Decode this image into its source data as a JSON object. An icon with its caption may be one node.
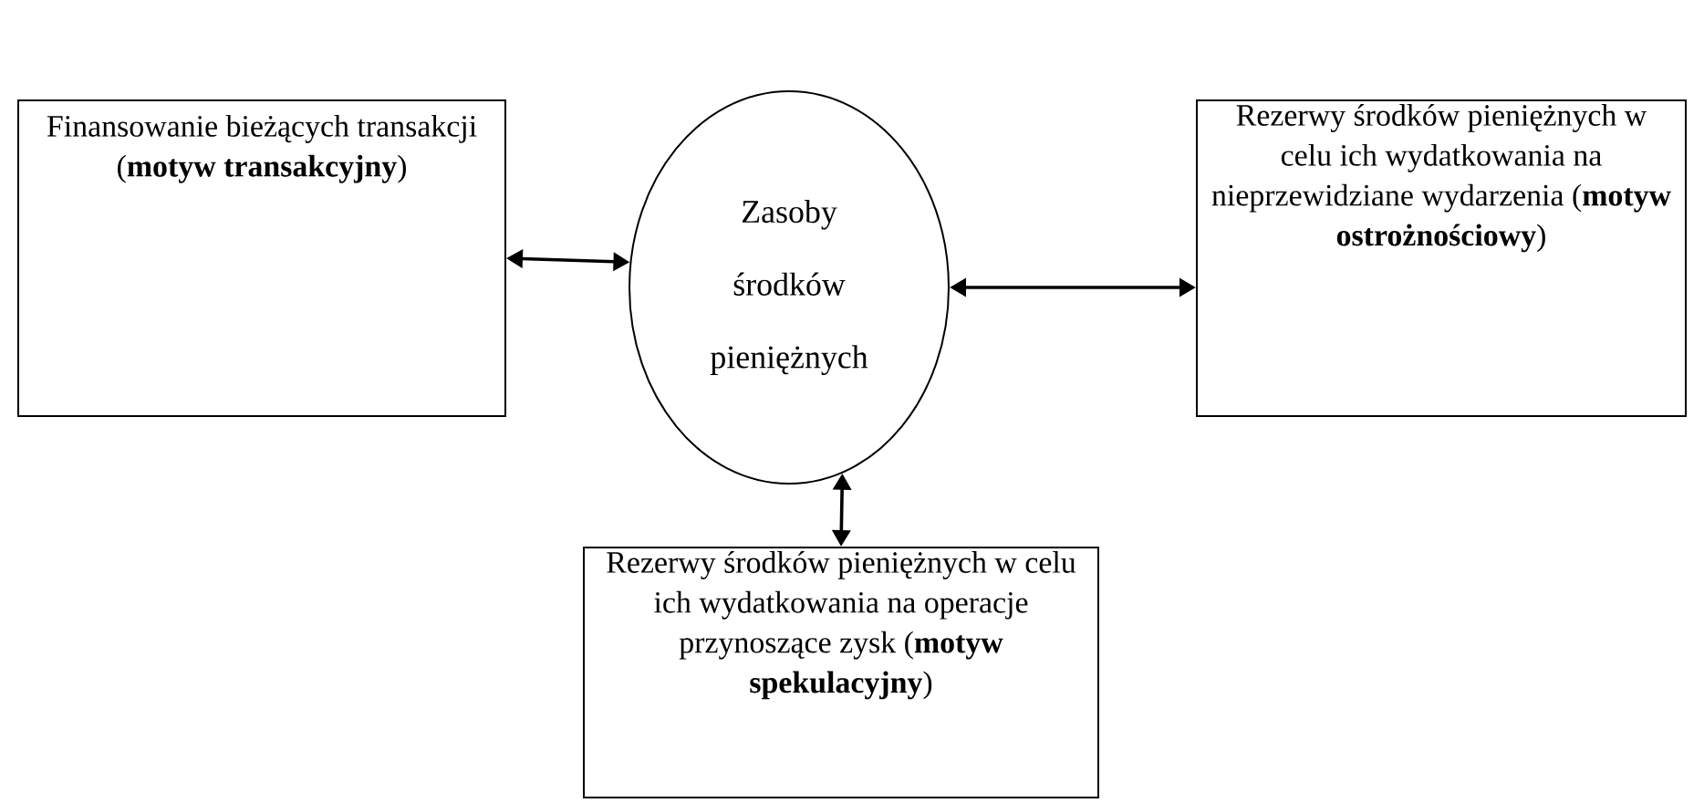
{
  "diagram": {
    "nodes": [
      {
        "text": [
          "Finansowanie bieżących transakcji (**motyw transakcyjny**)"
        ]
      },
      {
        "text": [
          "Zasoby środków pieniężnych"
        ]
      },
      {
        "text": [
          "Rezerwy środków pieniężnych w celu ich wydatkowania na nieprzewidziane wydarzenia (**motyw ostrożnościowy**)"
        ]
      },
      {
        "text": [
          "Rezerwy środków pieniężnych w celu ich wydatkowania na operacje przynoszące zysk (**motyw spekulacyjny**)"
        ]
      }
    ],
    "edges": [
      {
        "from": 0,
        "to": 1,
        "arrow": "both"
      },
      {
        "from": 1,
        "to": 2,
        "arrow": "both"
      },
      {
        "from": 1,
        "to": 3,
        "arrow": "both"
      }
    ]
  }
}
